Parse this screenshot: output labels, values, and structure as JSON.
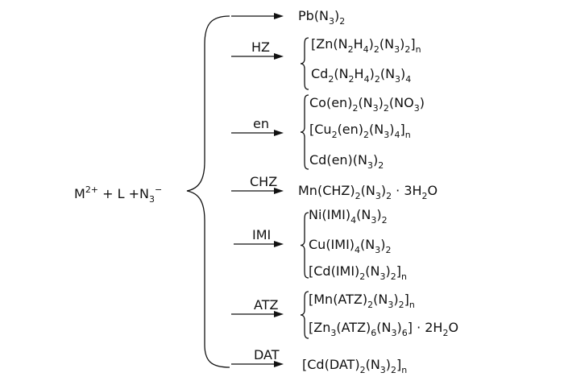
{
  "reactants": {
    "M": "M",
    "charge": "2+",
    "plus1": " + L +",
    "N": "N",
    "sub3": "3",
    "minus": "−"
  },
  "branches": [
    {
      "ligand": "",
      "products": [
        [
          [
            "Pb(N",
            ""
          ],
          [
            "3",
            "s"
          ],
          [
            ")",
            ""
          ],
          [
            "2",
            "s"
          ]
        ]
      ]
    },
    {
      "ligand": "HZ",
      "products": [
        [
          [
            "[Zn(N",
            ""
          ],
          [
            "2",
            "s"
          ],
          [
            "H",
            ""
          ],
          [
            "4",
            "s"
          ],
          [
            ")",
            ""
          ],
          [
            "2",
            "s"
          ],
          [
            "(N",
            ""
          ],
          [
            "3",
            "s"
          ],
          [
            ")",
            ""
          ],
          [
            "2",
            "s"
          ],
          [
            "]",
            ""
          ],
          [
            "n",
            "s"
          ]
        ],
        [
          [
            "Cd",
            ""
          ],
          [
            "2",
            "s"
          ],
          [
            "(N",
            ""
          ],
          [
            "2",
            "s"
          ],
          [
            "H",
            ""
          ],
          [
            "4",
            "s"
          ],
          [
            ")",
            ""
          ],
          [
            "2",
            "s"
          ],
          [
            "(N",
            ""
          ],
          [
            "3",
            "s"
          ],
          [
            ")",
            ""
          ],
          [
            "4",
            "s"
          ]
        ]
      ]
    },
    {
      "ligand": "en",
      "products": [
        [
          [
            "Co(en)",
            ""
          ],
          [
            "2",
            "s"
          ],
          [
            "(N",
            ""
          ],
          [
            "3",
            "s"
          ],
          [
            ")",
            ""
          ],
          [
            "2",
            "s"
          ],
          [
            "(NO",
            ""
          ],
          [
            "3",
            "s"
          ],
          [
            ")",
            ""
          ]
        ],
        [
          [
            "[Cu",
            ""
          ],
          [
            "2",
            "s"
          ],
          [
            "(en)",
            ""
          ],
          [
            "2",
            "s"
          ],
          [
            "(N",
            ""
          ],
          [
            "3",
            "s"
          ],
          [
            ")",
            ""
          ],
          [
            "4",
            "s"
          ],
          [
            "]",
            ""
          ],
          [
            "n",
            "s"
          ]
        ],
        [
          [
            "Cd(en)(N",
            ""
          ],
          [
            "3",
            "s"
          ],
          [
            ")",
            ""
          ],
          [
            "2",
            "s"
          ]
        ]
      ]
    },
    {
      "ligand": "CHZ",
      "products": [
        [
          [
            "Mn(CHZ)",
            ""
          ],
          [
            "2",
            "s"
          ],
          [
            "(N",
            ""
          ],
          [
            "3",
            "s"
          ],
          [
            ")",
            ""
          ],
          [
            "2",
            "s"
          ],
          [
            " · 3H",
            ""
          ],
          [
            "2",
            "s"
          ],
          [
            "O",
            ""
          ]
        ]
      ]
    },
    {
      "ligand": "IMI",
      "products": [
        [
          [
            "Ni(IMI)",
            ""
          ],
          [
            "4",
            "s"
          ],
          [
            "(N",
            ""
          ],
          [
            "3",
            "s"
          ],
          [
            ")",
            ""
          ],
          [
            "2",
            "s"
          ]
        ],
        [
          [
            "Cu(IMI)",
            ""
          ],
          [
            "4",
            "s"
          ],
          [
            "(N",
            ""
          ],
          [
            "3",
            "s"
          ],
          [
            ")",
            ""
          ],
          [
            "2",
            "s"
          ]
        ],
        [
          [
            "[Cd(IMI)",
            ""
          ],
          [
            "2",
            "s"
          ],
          [
            "(N",
            ""
          ],
          [
            "3",
            "s"
          ],
          [
            ")",
            ""
          ],
          [
            "2",
            "s"
          ],
          [
            "]",
            ""
          ],
          [
            "n",
            "s"
          ]
        ]
      ]
    },
    {
      "ligand": "ATZ",
      "products": [
        [
          [
            "[Mn(ATZ)",
            ""
          ],
          [
            "2",
            "s"
          ],
          [
            "(N",
            ""
          ],
          [
            "3",
            "s"
          ],
          [
            ")",
            ""
          ],
          [
            "2",
            "s"
          ],
          [
            "]",
            ""
          ],
          [
            "n",
            "s"
          ]
        ],
        [
          [
            "[Zn",
            ""
          ],
          [
            "3",
            "s"
          ],
          [
            "(ATZ)",
            ""
          ],
          [
            "6",
            "s"
          ],
          [
            "(N",
            ""
          ],
          [
            "3",
            "s"
          ],
          [
            ")",
            ""
          ],
          [
            "6",
            "s"
          ],
          [
            "] · 2H",
            ""
          ],
          [
            "2",
            "s"
          ],
          [
            "O",
            ""
          ]
        ]
      ]
    },
    {
      "ligand": "DAT",
      "products": [
        [
          [
            "[Cd(DAT)",
            ""
          ],
          [
            "2",
            "s"
          ],
          [
            "(N",
            ""
          ],
          [
            "3",
            "s"
          ],
          [
            ")",
            ""
          ],
          [
            "2",
            "s"
          ],
          [
            "]",
            ""
          ],
          [
            "n",
            "s"
          ]
        ]
      ]
    }
  ]
}
